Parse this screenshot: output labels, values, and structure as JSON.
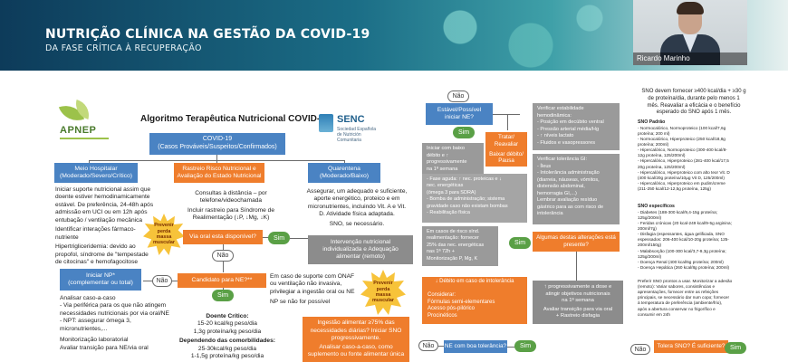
{
  "banner": {
    "title": "NUTRIÇÃO CLÍNICA NA GESTÃO DA COVID-19",
    "subtitle": "DA FASE CRÍTICA À RECUPERAÇÃO"
  },
  "webcam": {
    "name": "Ricardo Marinho"
  },
  "logos": {
    "apnep": "APNEP",
    "senc": "SENC",
    "senc_small": "Sociedad Española de Nutrición Comunitaria"
  },
  "algorithm_title": "Algoritmo Terapêutica Nutricional COVID-19",
  "covid_box": {
    "line1": "COVID-19",
    "line2": "(Casos Prováveis/Suspeitos/Confirmados)"
  },
  "left": {
    "hospital_box": {
      "line1": "Meio Hospitalar",
      "line2": "(Moderado/Severo/Crítico)"
    },
    "hospital_text": [
      "Iniciar suporte nutricional assim que",
      "doente estiver hemodinamicamente",
      "estável. De preferência, 24-48h após",
      "admissão em UCI ou em 12h após",
      "entubação / ventilação mecânica",
      "Identificar interações fármaco-",
      "nutriente",
      "Hipertrigliceridemia: devido ao",
      "propofol, síndrome de \"tempestade",
      "de citocinas\" e hemofagocitose"
    ],
    "risk_box": {
      "line1": "Rastreio Risco Nutricional e",
      "line2": "Avaliação do Estado Nutricional"
    },
    "risk_text": [
      "Consultas à distância – por",
      "telefone/videochamada",
      "Incluir rastreio para Síndrome de",
      "Realimentação (↓P, ↓Mg, ↓K)"
    ],
    "star1": "Prevenir perda massa muscular",
    "oral_box": "Via oral esta disponível?",
    "oral_yes": "Sim",
    "oral_no": "Não",
    "np_box": {
      "line1": "Iniciar NP*",
      "line2": "(complementar ou total)"
    },
    "np_no": "Não",
    "ne_box": "Candidato para NE?**",
    "ne_yes": "Sim",
    "case_text": [
      "Analisar caso-a-caso",
      "- Via periférica para os que não atingem",
      "necessidades nutricionais por via oral/NE",
      "- NPT: assegurar ómega 3,",
      "micronutrientes,...",
      "Monitorização laboratorial",
      "Avaliar transição para NE/via oral"
    ],
    "dosage_title": "Doente Crítico:",
    "dosage_lines": [
      "15-20 kcal/kg peso/dia",
      "1,3g proteína/kg peso/dia"
    ],
    "dosage_title2": "Dependendo das comorbilidades:",
    "dosage_lines2": [
      "25-30kcal/kg peso/dia",
      "1-1,5g proteína/kg peso/dia"
    ]
  },
  "middle": {
    "quarantine_box": {
      "line1": "Quarentena",
      "line2": "(Moderado/Baixo)"
    },
    "quarantine_text": [
      "Assegurar, um adequado e suficiente,",
      "aporte energético, proteico e em",
      "micronutrientes, incluindo Vit. A e Vit.",
      "D. Atividade física adaptada.",
      "SNO, se necessário."
    ],
    "intervention_box": [
      "Intervenção nutricional",
      "individualizada e Adequação",
      "alimentar (remoto)"
    ],
    "onaf_text": [
      "Em caso de suporte com ONAF",
      "ou ventilação não invasiva,",
      "privilegiar a ingestão oral ou NE",
      "NP se não for possível"
    ],
    "star2": "Prevenir perda massa muscular",
    "ingestion_box": [
      "Ingestão alimentar ≥75% das",
      "necessidades diárias? Iniciar SNO",
      "progressivamente.",
      "Analisar caso-a-caso, como",
      "suplemento ou fonte alimentar única"
    ]
  },
  "right": {
    "no_top": "Não",
    "stable_box": {
      "line1": "Estável/Possível",
      "line2": "iniciar NE?"
    },
    "yes_mid": "Sim",
    "treat_box": {
      "line1": "Tratar/",
      "line2": "Reavaliar"
    },
    "treat_sub": [
      "Baixar débito/",
      "Pausa"
    ],
    "start_list": [
      "Iniciar com baixo",
      "débito e ↑",
      "progressivamente",
      "na 1ª semana",
      "- Fase aguda: ↑ nec. proteicas e ↓",
      "nec. energéticas",
      "(ómega 3 para SDRA)",
      "- Bomba de administração; sistema",
      "gravidade caso não existam bombas",
      "- Reabilitação física"
    ],
    "risk_list": [
      "Em casos de risco sínd.",
      "realimentação: fornecer",
      "25% das nec. energéticas",
      "nas 1ª 72h +",
      "Monitorização P, Mg, K"
    ],
    "low_tol_box": "↓ Débito em caso de intolerância",
    "consider_list": [
      "Considerar:",
      "Fórmulas semi-elementares",
      "Acesso pós-pilórico",
      "Procinéticos"
    ],
    "no_mid": "Não",
    "tolerance_box": "NE com boa tolerância?",
    "yes_bottom": "Sim",
    "hemo_box": [
      "Verificar estabilidade",
      "hemodinâmica:",
      "- Posição em decúbito ventral",
      "- Pressão arterial média/Hg",
      "- ↑ níveis lactato",
      "- Fluidos e vasopressores"
    ],
    "gi_box": [
      "Verificar tolerância GI:",
      "- Íleus",
      "- Intolerância administração",
      "(diarreia, náuseas, vómitos,",
      "distensão abdominal,",
      "hemorragia GI,...)",
      "Lembrar avaliação resíduo",
      "gástrico para as com risco de",
      "intolerância"
    ],
    "gi_yes": "Sim",
    "changes_box": [
      "Algumas destas alterações está",
      "presente?"
    ],
    "progress_box": [
      "↑ progressivamente a dose e",
      "atingir objetivos nutricionais",
      "na 1ª semana",
      "Avaliar transição para via oral",
      "+ Rastreio disfagia"
    ],
    "no_right": "Não",
    "yes_right": "Sim"
  },
  "far_right": {
    "intro": [
      "SNO devem fornecer ≥400 kcal/dia + ≥30 g",
      "de proteína/dia, durante pelo menos 1",
      "mês. Reavaliar a eficácia e o benefício",
      "esperado do SNO após 1 mês."
    ],
    "pattern_title": "SNO Padrão",
    "pattern_list": [
      "- Normocalórico, Normoproteico (100 kcal/7,6g",
      "proteína; 200 ml)",
      "- Normocalórico, Hiperproteico (250 kcal/18,8g",
      "proteína; 200ml)",
      "- Hipercalórico, Normoproteico (300-400 kcal/8-",
      "12g proteína, 125/200ml)",
      "- Hipercalórico, Hiperproteico (281-400 kcal/17,5",
      "20g proteína, 125/200ml)",
      "- Hipercalórico, Hiperproteico com alto teor Vit. D",
      "(400 kcal/20g proteína/10µg Vit D, 125/200ml)",
      "- Hipercalórico, Hiperproteico em pudim/creme",
      "(211-250 kcal/12-12,5g proteína, 125g)"
    ],
    "specific_title": "SNO específicos",
    "specific_list": [
      "- Diabetes (188-300 kcal/9,4-15g proteína;",
      "125g/200ml)",
      "- Feridas crónicas (20 kcal-249 kcal/9-5g arginina;",
      "200ml/7g)",
      "- Disfagia (espessantes, água gelificada, SNO",
      "espessados: 206-400 kcal/10-20g proteína; 125-",
      "200ml/150g)",
      "- Malabsorção (100-300 kcal/3,7-9,3g proteína;",
      "125g/200ml)",
      "- Doença Renal (400 kcal/6g proteína; 200ml)",
      "- Doença Hepática (260 kcal/8g proteína; 200ml)"
    ],
    "prefer": [
      "Preferir SNO prontos a usar. Monitorizar a adesão",
      "(remoto): Variar sabores, consistências e",
      "apresentações, fornecer entre as refeições",
      "principais, se necessário dar num copo; fornecer",
      "à temperatura de preferência (ambiente/frio),",
      "após a abertura conservar no frigorífico e",
      "consumir em 24h"
    ],
    "sno_box": "Tolera SNO? É suficiente?"
  },
  "colors": {
    "blue": "#4a83c3",
    "orange": "#ef7d2c",
    "green": "#62a84a",
    "gray": "#8c8c8c",
    "star": "#f7c33a"
  }
}
